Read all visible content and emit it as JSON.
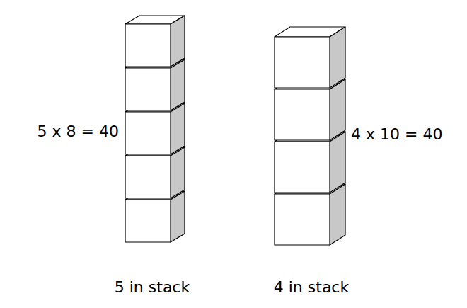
{
  "diagram": {
    "labels": [
      "5 x 8 = 40",
      "4 x 10 = 40",
      "5 in stack",
      "4 in stack"
    ]
  }
}
